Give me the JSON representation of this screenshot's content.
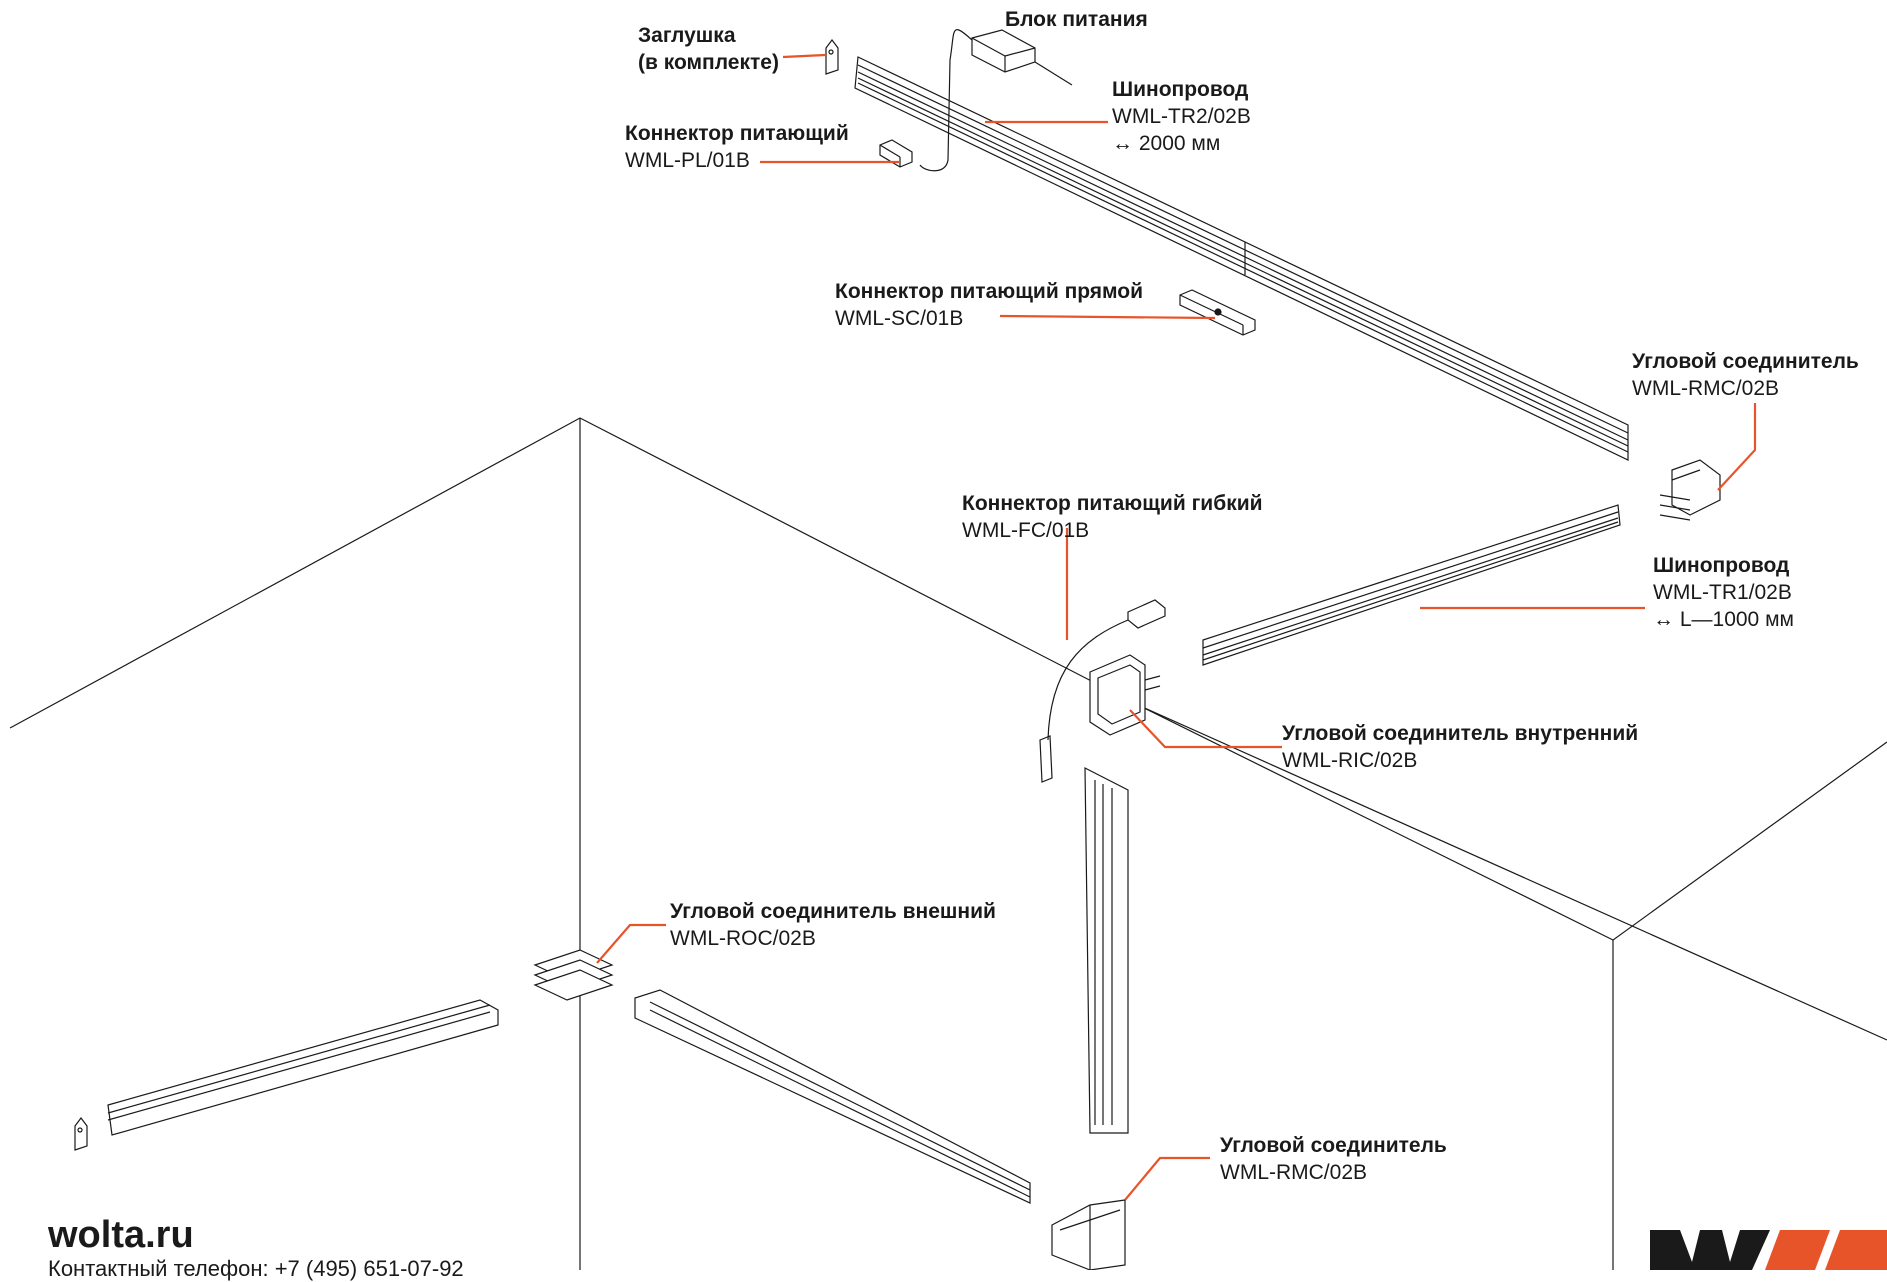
{
  "labels": {
    "end_cap": {
      "title_line1": "Заглушка",
      "title_line2": "(в комплекте)"
    },
    "power_supply": {
      "title": "Блок питания"
    },
    "track_2000": {
      "title": "Шинопровод",
      "code": "WML-TR2/02B",
      "dim": "↔ 2000 мм"
    },
    "feed_connector": {
      "title": "Коннектор питающий",
      "code": "WML-PL/01B"
    },
    "straight_connector": {
      "title": "Коннектор питающий прямой",
      "code": "WML-SC/01B"
    },
    "corner_top": {
      "title": "Угловой соединитель",
      "code": "WML-RMC/02B"
    },
    "flex_connector": {
      "title": "Коннектор питающий гибкий",
      "code": "WML-FC/01B"
    },
    "track_1000": {
      "title": "Шинопровод",
      "code": "WML-TR1/02B",
      "dim": "↔ L—1000 мм"
    },
    "inner_corner": {
      "title": "Угловой соединитель внутренний",
      "code": "WML-RIC/02B"
    },
    "outer_corner": {
      "title": "Угловой соединитель внешний",
      "code": "WML-ROC/02B"
    },
    "corner_bottom": {
      "title": "Угловой соединитель",
      "code": "WML-RMC/02B"
    }
  },
  "footer": {
    "site": "wolta.ru",
    "phone": "Контактный телефон: +7 (495) 651-07-92"
  },
  "colors": {
    "accent": "#e8542a",
    "line": "#1a1a1a"
  }
}
